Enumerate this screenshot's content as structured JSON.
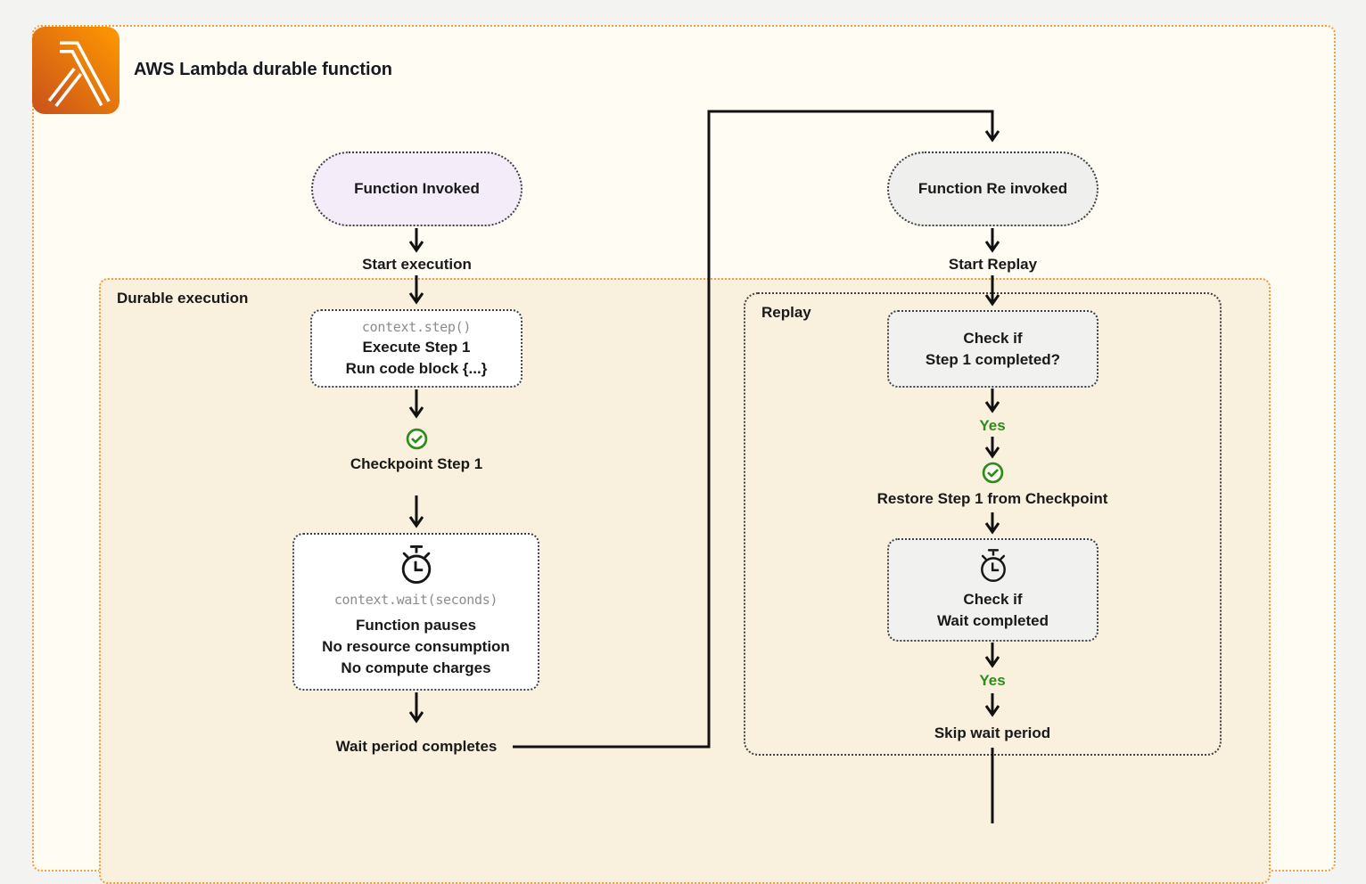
{
  "header": {
    "title": "AWS Lambda durable function"
  },
  "containers": {
    "durable_label": "Durable execution",
    "replay_label": "Replay"
  },
  "left": {
    "invoked": "Function Invoked",
    "start": "Start execution",
    "step": {
      "code": "context.step()",
      "l1": "Execute Step 1",
      "l2": "Run code block {...}"
    },
    "checkpoint": "Checkpoint Step 1",
    "wait": {
      "code": "context.wait(seconds)",
      "l1": "Function pauses",
      "l2": "No resource consumption",
      "l3": "No compute charges"
    },
    "wait_done": "Wait period completes"
  },
  "right": {
    "invoked": "Function Re invoked",
    "start": "Start Replay",
    "check_step": {
      "l1": "Check if",
      "l2": "Step 1 completed?"
    },
    "yes1": "Yes",
    "restore": "Restore Step 1 from Checkpoint",
    "check_wait": {
      "l1": "Check if",
      "l2": "Wait completed"
    },
    "yes2": "Yes",
    "skip": "Skip wait period"
  },
  "colors": {
    "accent_orange": "#f49d3f",
    "lambda_gradient_start": "#c8511b",
    "lambda_gradient_end": "#ff9900",
    "success_green": "#2e8b1c",
    "pill_purple": "#f5ecfa",
    "node_gray": "#f1f1ef",
    "canvas_cream": "#fffcf4",
    "panel_beige": "#f9f0de"
  }
}
